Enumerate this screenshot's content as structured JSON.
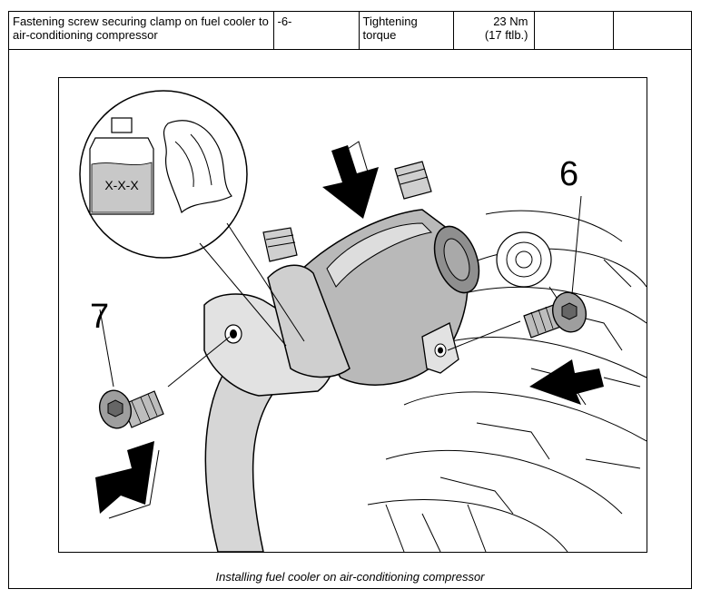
{
  "spec_row": {
    "description": "Fastening screw securing clamp on fuel cooler to air-conditioning compressor",
    "item_number": "-6-",
    "spec_type": "Tightening torque",
    "value_metric": "23 Nm",
    "value_imperial": "(17 ftlb.)",
    "extra_1": "",
    "extra_2": ""
  },
  "figure": {
    "callout_6": "6",
    "callout_7": "7",
    "bottle_label": "X-X-X",
    "caption": "Installing fuel cooler on air-conditioning compressor"
  },
  "colors": {
    "ink": "#000000",
    "cooler_gray": "#b9b9b9",
    "cooler_dark": "#8f8f8f",
    "bracket_light": "#e2e2e2",
    "pipe_light": "#d6d6d6"
  }
}
